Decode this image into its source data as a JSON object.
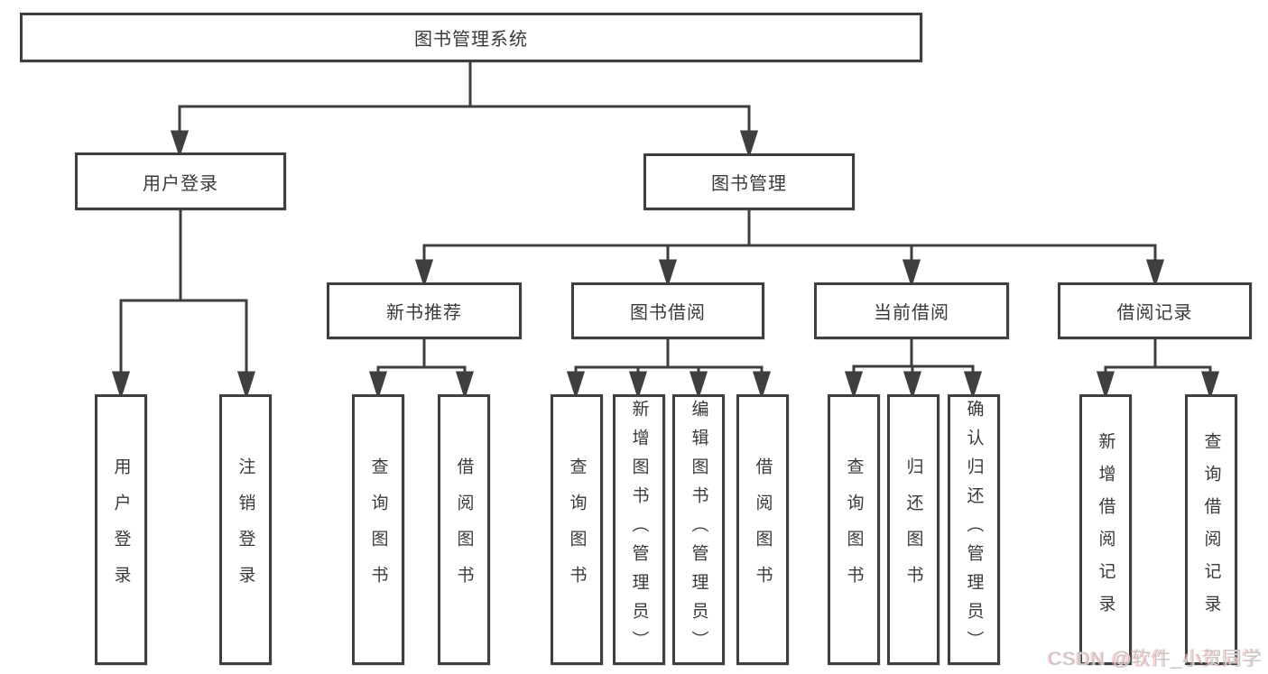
{
  "diagram": {
    "title": "图书管理系统",
    "level2": [
      {
        "label": "用户登录",
        "children": [
          "用户登录",
          "注销登录"
        ]
      },
      {
        "label": "图书管理",
        "sections": [
          {
            "label": "新书推荐",
            "children": [
              "查询图书",
              "借阅图书"
            ]
          },
          {
            "label": "图书借阅",
            "children": [
              "查询图书",
              "新增图书（管理员）",
              "编辑图书（管理员）",
              "借阅图书"
            ]
          },
          {
            "label": "当前借阅",
            "children": [
              "查询图书",
              "归还图书",
              "确认归还（管理员）"
            ]
          },
          {
            "label": "借阅记录",
            "children": [
              "新增借阅记录",
              "查询借阅记录"
            ]
          }
        ]
      }
    ]
  },
  "watermark": {
    "text": "CSDN @软件_小贺同学"
  },
  "colors": {
    "line": "#3f3f3f",
    "text": "#3a3a3a",
    "background": "#ffffff",
    "watermark": "#c6c6c6",
    "watermark_accent": "#ffa0a0"
  }
}
